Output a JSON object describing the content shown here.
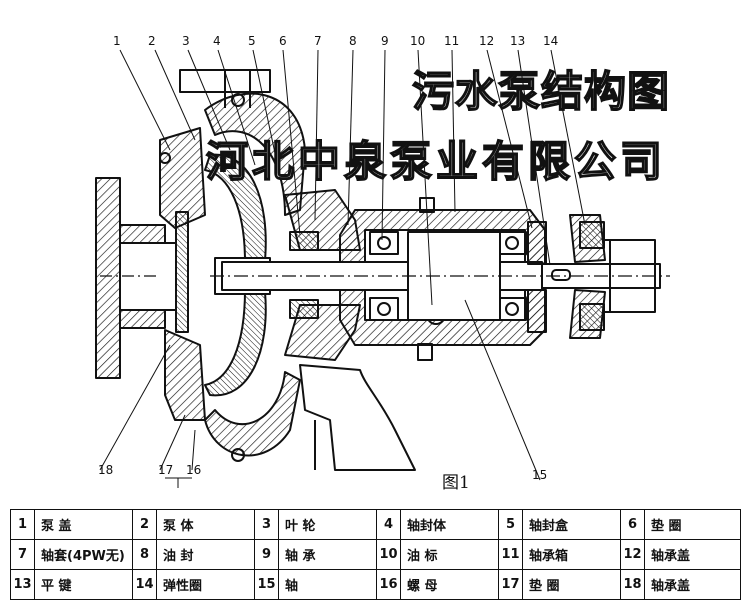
{
  "watermark": {
    "title": "污水泵结构图",
    "company": "河北中泉泵业有限公司"
  },
  "figure_label": "图1",
  "callouts": [
    "1",
    "2",
    "3",
    "4",
    "5",
    "6",
    "7",
    "8",
    "9",
    "10",
    "11",
    "12",
    "13",
    "14",
    "15",
    "16",
    "17",
    "18"
  ],
  "parts": [
    {
      "num": "1",
      "name": "泵 盖"
    },
    {
      "num": "2",
      "name": "泵 体"
    },
    {
      "num": "3",
      "name": "叶 轮"
    },
    {
      "num": "4",
      "name": "轴封体"
    },
    {
      "num": "5",
      "name": "轴封盒"
    },
    {
      "num": "6",
      "name": "垫 圈"
    },
    {
      "num": "7",
      "name": "轴套(4PW无)"
    },
    {
      "num": "8",
      "name": "油 封"
    },
    {
      "num": "9",
      "name": "轴 承"
    },
    {
      "num": "10",
      "name": "油 标"
    },
    {
      "num": "11",
      "name": "轴承箱"
    },
    {
      "num": "12",
      "name": "轴承盖"
    },
    {
      "num": "13",
      "name": "平 键"
    },
    {
      "num": "14",
      "name": "弹性圈"
    },
    {
      "num": "15",
      "name": "轴"
    },
    {
      "num": "16",
      "name": "螺 母"
    },
    {
      "num": "17",
      "name": "垫 圈"
    },
    {
      "num": "18",
      "name": "轴承盖"
    }
  ]
}
